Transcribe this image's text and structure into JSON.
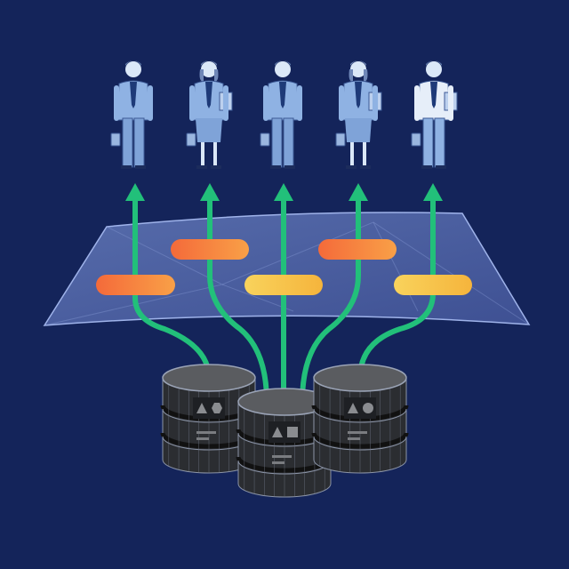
{
  "colors": {
    "background": "#14245a",
    "arrow": "#22c07a",
    "pill_orange": "#f7873a",
    "pill_yellow": "#f8c64a",
    "plane": "#5b73b8",
    "database": "#2b2d31",
    "person_suit": "#8fb2e3",
    "person_skin": "#dbe8f8"
  },
  "people": [
    {
      "icon": "businessman-icon",
      "variant": "man"
    },
    {
      "icon": "businesswoman-icon",
      "variant": "woman"
    },
    {
      "icon": "businessman-icon",
      "variant": "man"
    },
    {
      "icon": "businesswoman-icon",
      "variant": "woman"
    },
    {
      "icon": "businessman-icon",
      "variant": "man-light"
    }
  ],
  "pills": [
    {
      "color": "orange"
    },
    {
      "color": "orange"
    },
    {
      "color": "yellow"
    },
    {
      "color": "orange"
    },
    {
      "color": "yellow"
    }
  ],
  "databases": [
    {
      "icon": "database-icon",
      "symbols": [
        "triangle",
        "hexagon"
      ]
    },
    {
      "icon": "database-icon",
      "symbols": [
        "triangle",
        "circle"
      ]
    },
    {
      "icon": "database-icon",
      "symbols": [
        "triangle",
        "square"
      ]
    }
  ]
}
